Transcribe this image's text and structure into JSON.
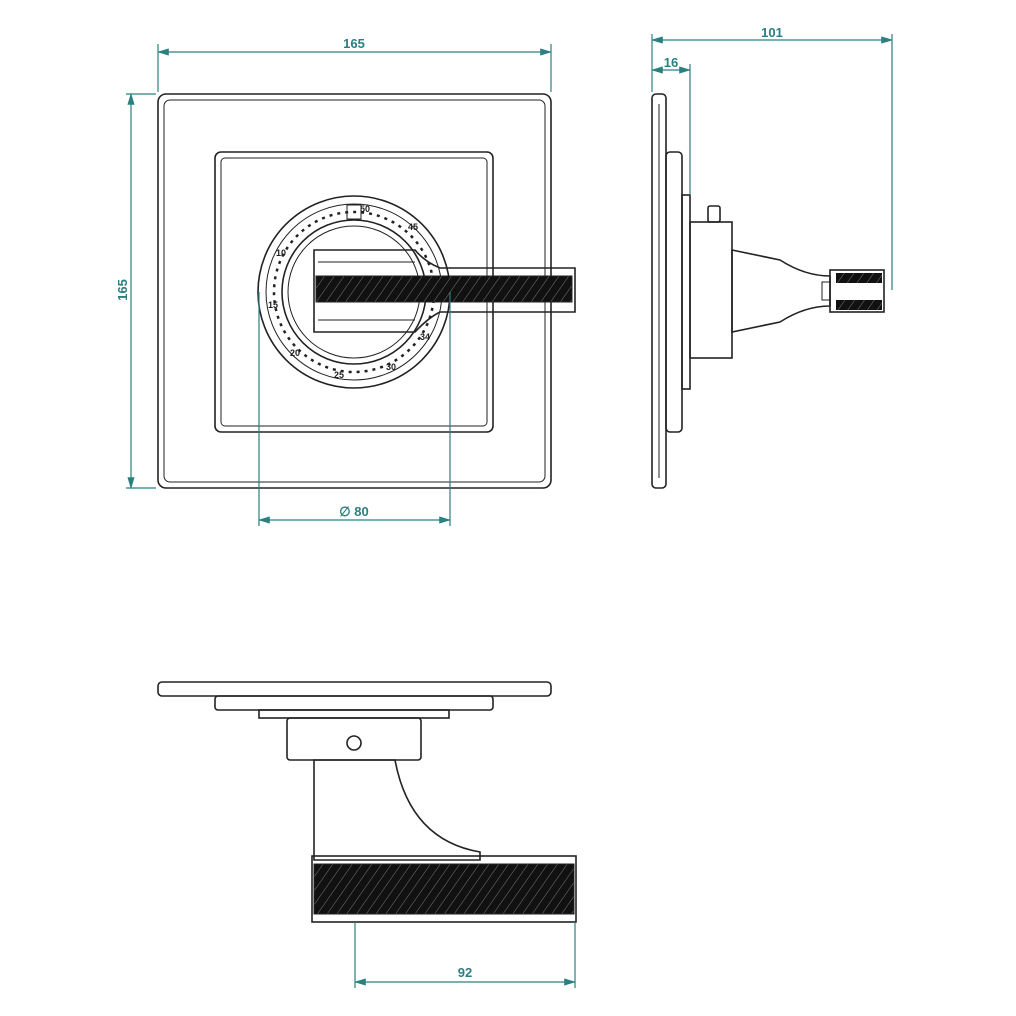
{
  "dimensions": {
    "front_width": "165",
    "front_height": "165",
    "dial_diameter": "∅ 80",
    "side_depth": "101",
    "side_plate_depth": "16",
    "handle_length": "92"
  },
  "dial_labels": [
    "50",
    "45",
    "10",
    "15",
    "20",
    "25",
    "30",
    "34"
  ],
  "colors": {
    "dimension": "#2a8080",
    "outline": "#222222"
  }
}
